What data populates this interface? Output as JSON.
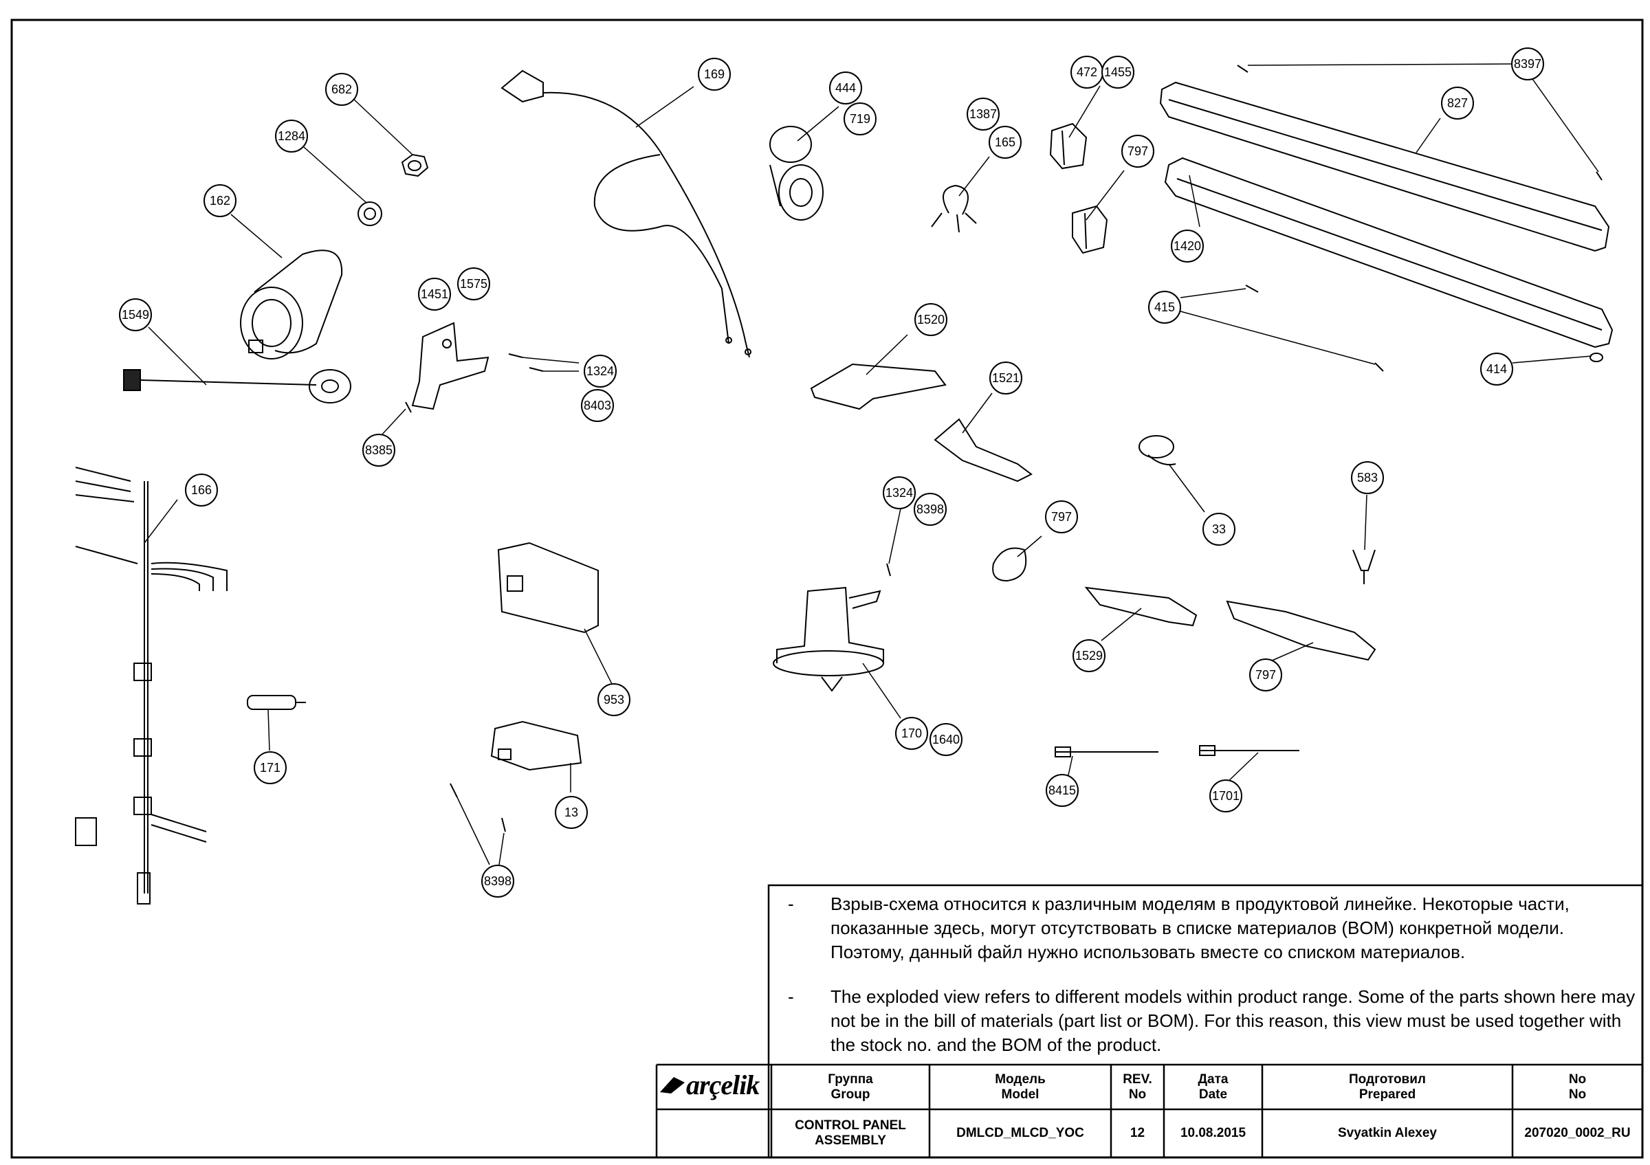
{
  "balloons": [
    {
      "id": "b682",
      "label": "682"
    },
    {
      "id": "b1284",
      "label": "1284"
    },
    {
      "id": "b162",
      "label": "162"
    },
    {
      "id": "b1549",
      "label": "1549"
    },
    {
      "id": "b169",
      "label": "169"
    },
    {
      "id": "b444",
      "label": "444"
    },
    {
      "id": "b719",
      "label": "719"
    },
    {
      "id": "b1387",
      "label": "1387"
    },
    {
      "id": "b165",
      "label": "165"
    },
    {
      "id": "b472",
      "label": "472"
    },
    {
      "id": "b1455",
      "label": "1455"
    },
    {
      "id": "b797a",
      "label": "797"
    },
    {
      "id": "b8397",
      "label": "8397"
    },
    {
      "id": "b827",
      "label": "827"
    },
    {
      "id": "b1420",
      "label": "1420"
    },
    {
      "id": "b415",
      "label": "415"
    },
    {
      "id": "b414",
      "label": "414"
    },
    {
      "id": "b1451",
      "label": "1451"
    },
    {
      "id": "b1575",
      "label": "1575"
    },
    {
      "id": "b1324a",
      "label": "1324"
    },
    {
      "id": "b8403",
      "label": "8403"
    },
    {
      "id": "b8385",
      "label": "8385"
    },
    {
      "id": "b1520",
      "label": "1520"
    },
    {
      "id": "b1521",
      "label": "1521"
    },
    {
      "id": "b166",
      "label": "166"
    },
    {
      "id": "b1324b",
      "label": "1324"
    },
    {
      "id": "b8398a",
      "label": "8398"
    },
    {
      "id": "b797b",
      "label": "797"
    },
    {
      "id": "b33",
      "label": "33"
    },
    {
      "id": "b583",
      "label": "583"
    },
    {
      "id": "b953",
      "label": "953"
    },
    {
      "id": "b1529",
      "label": "1529"
    },
    {
      "id": "b797c",
      "label": "797"
    },
    {
      "id": "b171",
      "label": "171"
    },
    {
      "id": "b170",
      "label": "170"
    },
    {
      "id": "b1640",
      "label": "1640"
    },
    {
      "id": "b13",
      "label": "13"
    },
    {
      "id": "b8415",
      "label": "8415"
    },
    {
      "id": "b1701",
      "label": "1701"
    },
    {
      "id": "b8398b",
      "label": "8398"
    }
  ],
  "notes": {
    "ru": {
      "dash": "-",
      "text": "Взрыв-схема относится к различным моделям в продуктовой линейке. Некоторые части, показанные здесь, могут отсутствовать в списке материалов (BOM) конкретной модели. Поэтому, данный файл нужно использовать вместе со списком материалов."
    },
    "en": {
      "dash": "-",
      "text": "The exploded view refers to different models within product range. Some of the parts shown here may not be in the bill of materials (part list or BOM). For this reason, this view must be used together with the stock no. and the BOM of the product."
    }
  },
  "title_block": {
    "logo_text": "arçelik",
    "group_header": "Группа\nGroup",
    "model_header": "Модель\nModel",
    "rev_header": "REV.\nNo",
    "date_header": "Дата\nDate",
    "prepared_header": "Подготовил\nPrepared",
    "no_header": "No\nNo",
    "group_value": "CONTROL PANEL\nASSEMBLY",
    "model_value": "DMLCD_MLCD_YOC",
    "rev_value": "12",
    "date_value": "10.08.2015",
    "prepared_value": "Svyatkin Alexey",
    "no_value": "207020_0002_RU"
  }
}
